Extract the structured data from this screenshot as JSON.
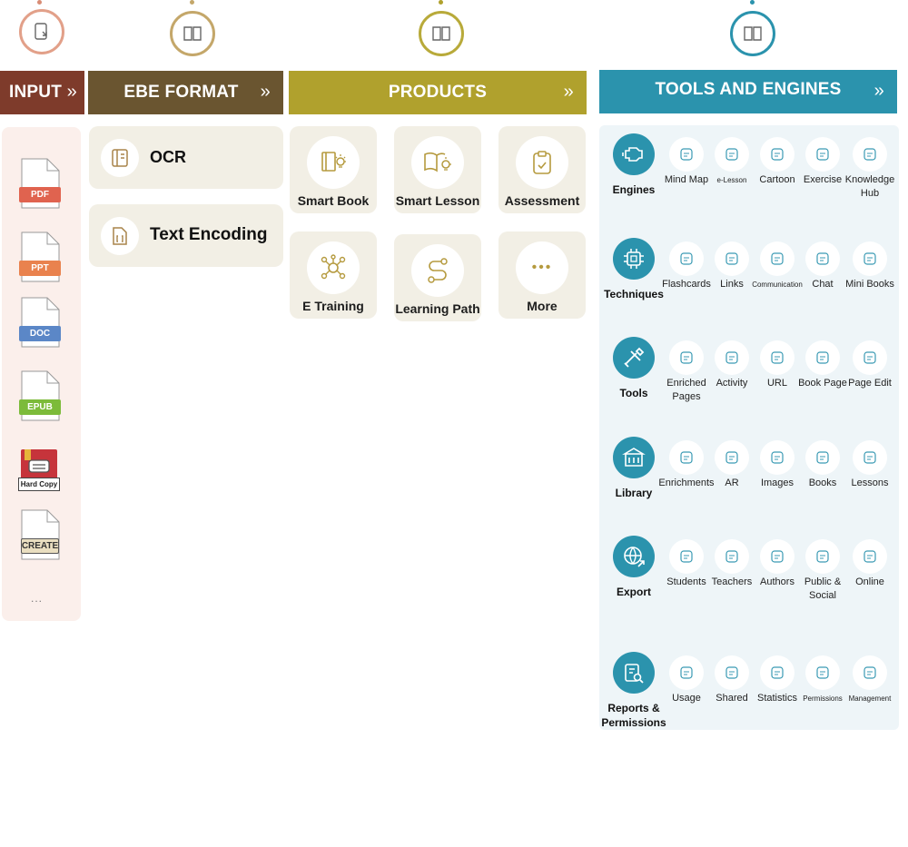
{
  "colors": {
    "input": "#7e3b2b",
    "ebe": "#6a5530",
    "products": "#b0a12d",
    "tools": "#2b93ad",
    "card_bg": "#f2efe5",
    "tools_panel_bg": "#eef5f8",
    "input_panel_bg": "#fbefeb"
  },
  "headers": {
    "input": {
      "title": "INPUT",
      "chevron": "»"
    },
    "ebe": {
      "title": "EBE FORMAT",
      "chevron": "»"
    },
    "products": {
      "title": "PRODUCTS",
      "chevron": "»"
    },
    "tools": {
      "title": "TOOLS AND ENGINES",
      "chevron": "»"
    }
  },
  "input_items": [
    {
      "label": "PDF",
      "color": "#e0634f"
    },
    {
      "label": "PPT",
      "color": "#e9824e"
    },
    {
      "label": "DOC",
      "color": "#5b87c7"
    },
    {
      "label": "EPUB",
      "color": "#7cbb3a"
    },
    {
      "label": "Hard Copy",
      "icon": "hard-copy-book-icon"
    },
    {
      "label": "CREATE",
      "color": "#e9dec0"
    }
  ],
  "input_more": "...",
  "ebe_items": [
    {
      "label": "OCR",
      "icon": "ocr-book-icon"
    },
    {
      "label": "Text Encoding",
      "icon": "text-encoding-file-icon"
    }
  ],
  "products": [
    {
      "label": "Smart Book",
      "icon": "smart-book-icon"
    },
    {
      "label": "Smart Lesson",
      "icon": "smart-lesson-icon"
    },
    {
      "label": "Assessment",
      "icon": "clipboard-check-icon"
    },
    {
      "label": "E Training",
      "icon": "network-icon"
    },
    {
      "label": "Learning Path",
      "icon": "path-icon"
    },
    {
      "label": "More",
      "icon": "more-dots-icon",
      "dots": "•••"
    }
  ],
  "tools": {
    "rows": [
      {
        "category": "Engines",
        "icon": "engine-icon",
        "items": [
          "Mind Map",
          "e-Lesson",
          "Cartoon",
          "Exercise",
          "Knowledge Hub"
        ]
      },
      {
        "category": "Techniques",
        "icon": "chip-icon",
        "items": [
          "Flashcards",
          "Links",
          "Communication",
          "Chat",
          "Mini Books"
        ]
      },
      {
        "category": "Tools",
        "icon": "tools-icon",
        "items": [
          "Enriched Pages",
          "Activity",
          "URL",
          "Book Page",
          "Page Edit"
        ]
      },
      {
        "category": "Library",
        "icon": "library-icon",
        "items": [
          "Enrichments",
          "AR",
          "Images",
          "Books",
          "Lessons"
        ]
      },
      {
        "category": "Export",
        "icon": "globe-export-icon",
        "items": [
          "Students",
          "Teachers",
          "Authors",
          "Public & Social",
          "Online"
        ]
      },
      {
        "category": "Reports & Permissions",
        "icon": "report-search-icon",
        "items": [
          "Usage",
          "Shared",
          "Statistics",
          "Permissions",
          "Management"
        ]
      }
    ]
  }
}
